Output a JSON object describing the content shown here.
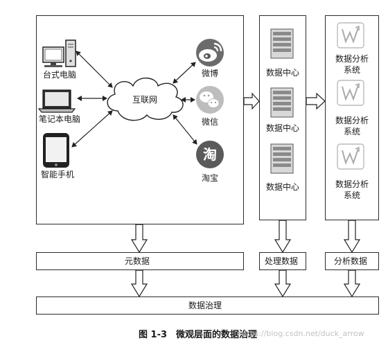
{
  "devices": {
    "desktop": "台式电脑",
    "laptop": "笔记本电脑",
    "phone": "智能手机"
  },
  "internet": "互联网",
  "platforms": {
    "weibo": "微博",
    "wechat": "微信",
    "taobao": "淘宝",
    "taobao_glyph": "淘"
  },
  "data_centers": [
    "数据中心",
    "数据中心",
    "数据中心"
  ],
  "analysis_systems": [
    {
      "line1": "数据分析",
      "line2": "系统"
    },
    {
      "line1": "数据分析",
      "line2": "系统"
    },
    {
      "line1": "数据分析",
      "line2": "系统"
    }
  ],
  "bars": {
    "metadata": "元数据",
    "processing": "处理数据",
    "analysis": "分析数据",
    "governance": "数据治理"
  },
  "caption": "图 1-3　微观层面的数据治理",
  "watermark": "https://blog.csdn.net/duck_arrow"
}
